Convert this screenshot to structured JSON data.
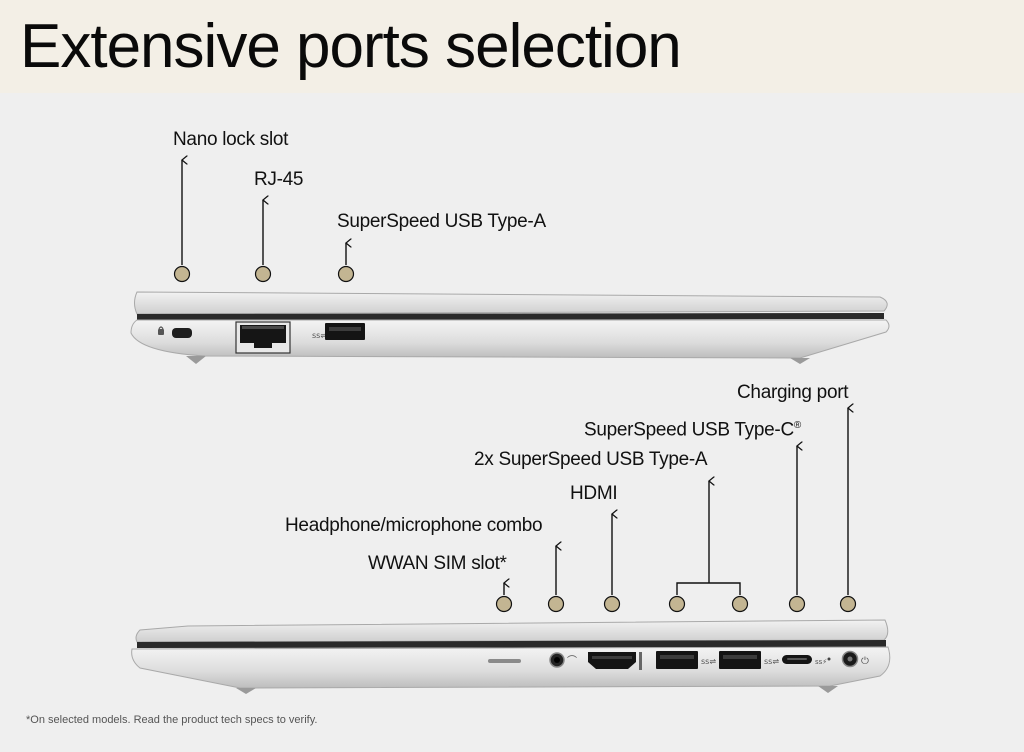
{
  "title": "Extensive ports selection",
  "top_view": {
    "labels": {
      "nano_lock": "Nano lock slot",
      "rj45": "RJ-45",
      "usb_a": "SuperSpeed USB Type-A"
    }
  },
  "bottom_view": {
    "labels": {
      "charging": "Charging port",
      "usb_c": "SuperSpeed USB Type-C",
      "usb_c_mark": "®",
      "usb_a_2x": "2x SuperSpeed USB Type-A",
      "hdmi": "HDMI",
      "headphone": "Headphone/microphone combo",
      "wwan": "WWAN SIM slot*"
    }
  },
  "footnote": "*On selected models. Read the product tech specs to verify.",
  "colors": {
    "header_bg": "#f3efe6",
    "page_bg": "#efefef",
    "dot_fill": "#c3b592",
    "laptop_silver": "#dcdcdc"
  }
}
